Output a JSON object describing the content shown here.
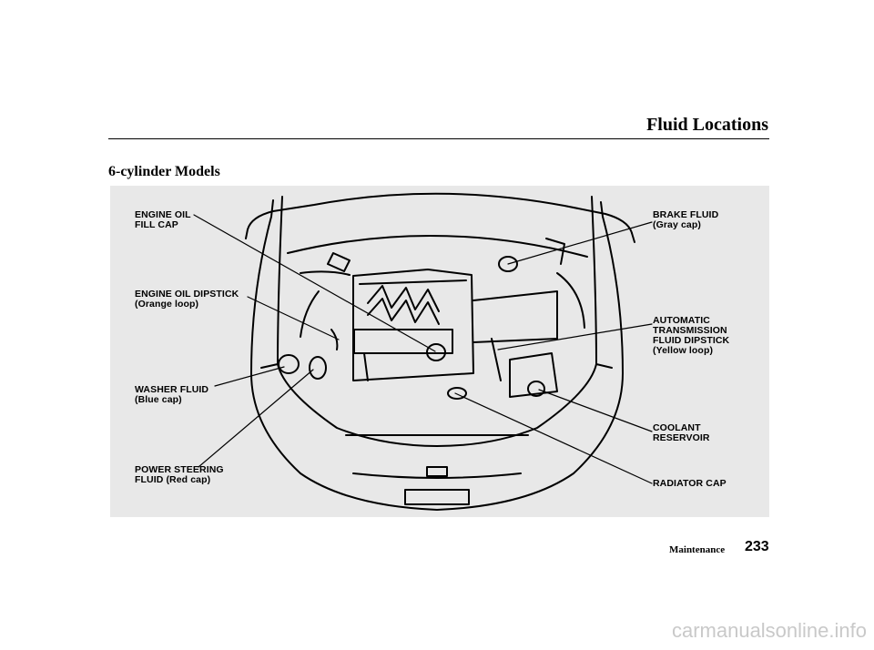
{
  "header": {
    "title": "Fluid Locations"
  },
  "section": {
    "title": "6-cylinder Models"
  },
  "labels": {
    "engine_oil_fill_cap": {
      "line1": "ENGINE OIL",
      "line2": "FILL CAP"
    },
    "engine_oil_dipstick": {
      "line1": "ENGINE OIL DIPSTICK",
      "line2": "(Orange loop)"
    },
    "washer_fluid": {
      "line1": "WASHER FLUID",
      "line2": "(Blue cap)"
    },
    "power_steering_fluid": {
      "line1": "POWER STEERING",
      "line2a": "FLUID",
      "line2b": " (Red cap)"
    },
    "brake_fluid": {
      "line1": "BRAKE FLUID",
      "line2": "(Gray cap)"
    },
    "atf_dipstick": {
      "line1": "AUTOMATIC",
      "line2": "TRANSMISSION",
      "line3": "FLUID DIPSTICK",
      "line4": "(Yellow loop)"
    },
    "coolant_reservoir": {
      "line1": "COOLANT",
      "line2": "RESERVOIR"
    },
    "radiator_cap": {
      "line1": "RADIATOR CAP"
    }
  },
  "footer": {
    "section": "Maintenance",
    "page": "233"
  },
  "watermark": {
    "text": "carmanualsonline.info"
  }
}
